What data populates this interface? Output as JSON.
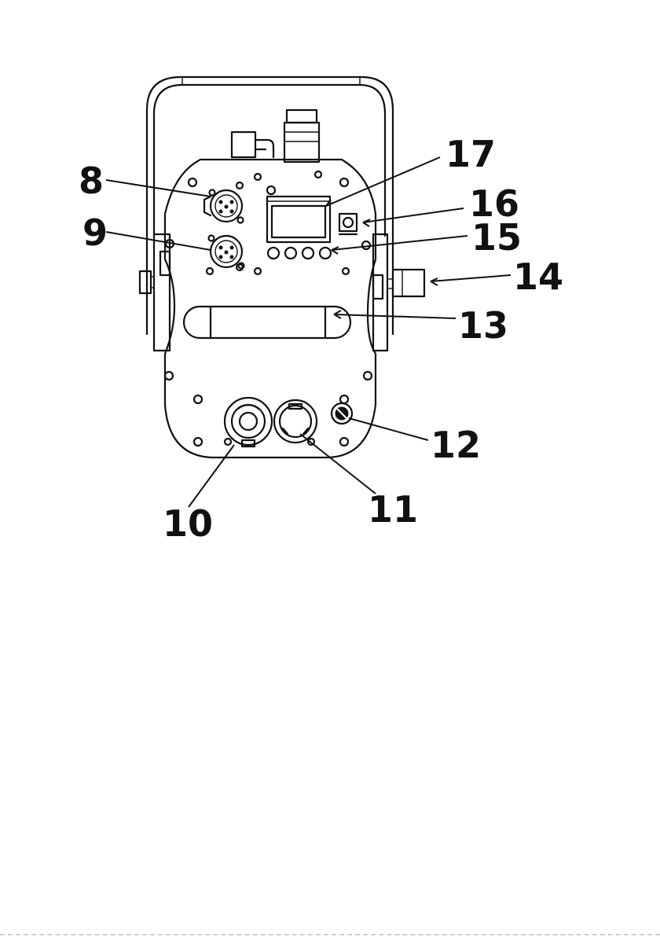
{
  "callouts": [
    {
      "id": "8",
      "label": "8"
    },
    {
      "id": "9",
      "label": "9"
    },
    {
      "id": "10",
      "label": "10"
    },
    {
      "id": "11",
      "label": "11"
    },
    {
      "id": "12",
      "label": "12"
    },
    {
      "id": "13",
      "label": "13"
    },
    {
      "id": "14",
      "label": "14"
    },
    {
      "id": "15",
      "label": "15"
    },
    {
      "id": "16",
      "label": "16"
    },
    {
      "id": "17",
      "label": "17"
    }
  ],
  "colors": {
    "ink": "#111111",
    "paper": "#ffffff"
  }
}
